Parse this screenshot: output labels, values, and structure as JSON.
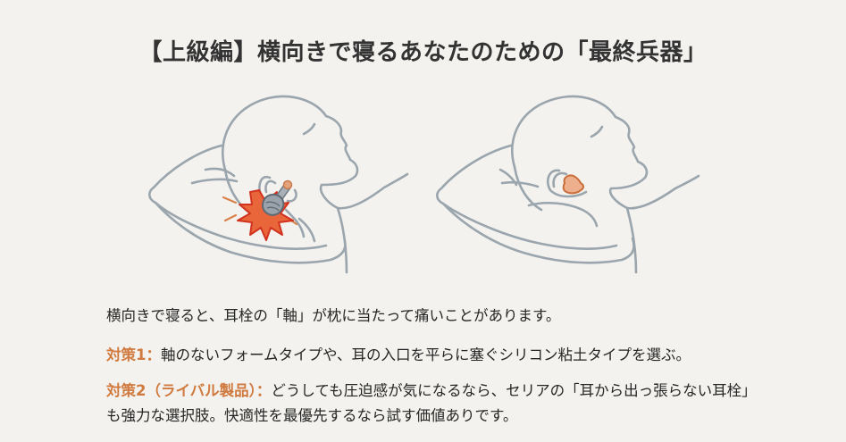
{
  "title": "【上級編】横向きで寝るあなたのための「最終兵器」",
  "illustrations": {
    "left": {
      "description": "Side-sleeper with stem-type earplug pressed into pillow causing pain",
      "icons": [
        "sleeping-head",
        "pillow",
        "stem-earplug",
        "pain-burst"
      ]
    },
    "right": {
      "description": "Side-sleeper with flat silicone clay earplug, comfortable",
      "icons": [
        "sleeping-head",
        "pillow",
        "flat-earplug"
      ]
    }
  },
  "colors": {
    "background": "#f3f2ee",
    "line": "#9aa5ad",
    "accent": "#d07a3f",
    "pain_red": "#e0452b",
    "earplug_gray": "#9aa3ab"
  },
  "body": {
    "intro": "横向きで寝ると、耳栓の「軸」が枕に当たって痛いことがあります。",
    "point1": {
      "label": "対策1：",
      "text": "軸のないフォームタイプや、耳の入口を平らに塞ぐシリコン粘土タイプを選ぶ。"
    },
    "point2": {
      "label": "対策2（ライバル製品）：",
      "text": "どうしても圧迫感が気になるなら、セリアの「耳から出っ張らない耳栓」も強力な選択肢。快適性を最優先するなら試す価値ありです。"
    }
  }
}
